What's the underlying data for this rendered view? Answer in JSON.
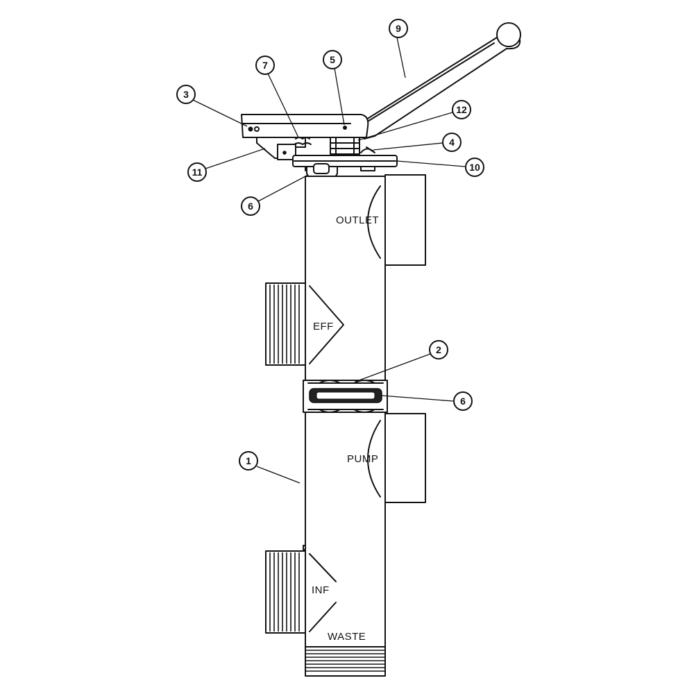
{
  "ports": {
    "outlet": "OUTLET",
    "eff": "EFF",
    "pump": "PUMP",
    "inf": "INF",
    "waste": "WASTE"
  },
  "callouts": [
    "1",
    "2",
    "3",
    "4",
    "5",
    "6",
    "6",
    "7",
    "9",
    "10",
    "11",
    "12"
  ]
}
